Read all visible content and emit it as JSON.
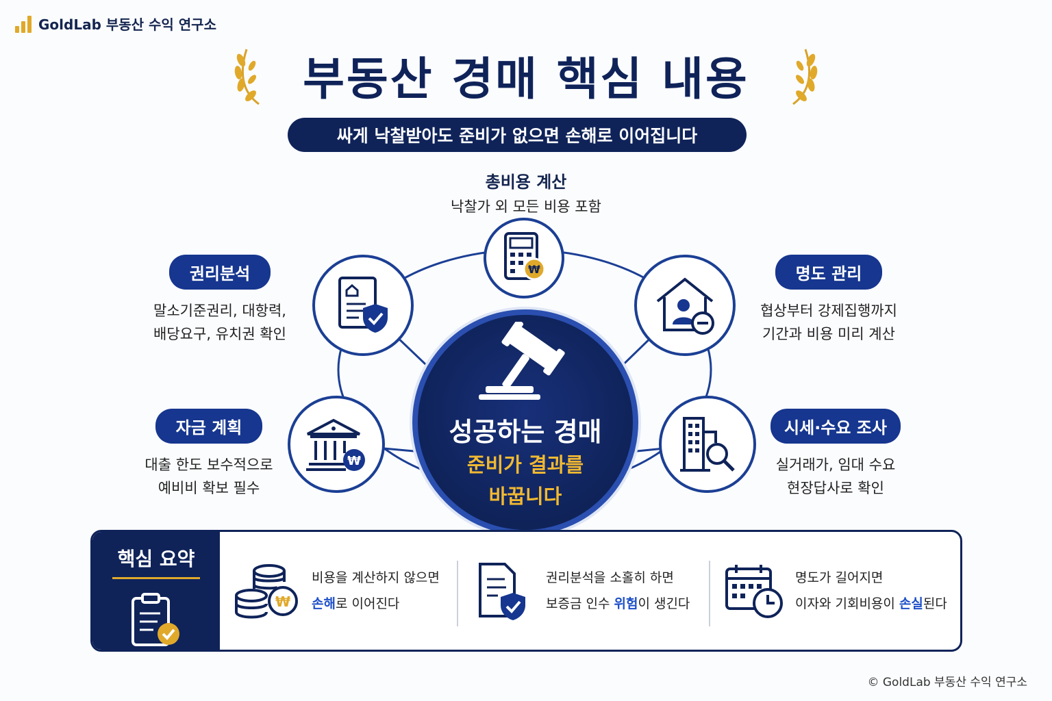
{
  "brand": {
    "name": "GoldLab 부동산 수익 연구소"
  },
  "title": "부동산 경매 핵심 내용",
  "subtitle": "싸게 낙찰받아도 준비가 없으면 손해로 이어집니다",
  "center": {
    "title": "성공하는 경매",
    "subtitle_line1": "준비가 결과를",
    "subtitle_line2": "바꿉니다"
  },
  "nodes": {
    "top": {
      "title": "총비용 계산",
      "desc": "낙찰가 외 모든 비용 포함",
      "icon": "calculator-won-icon"
    },
    "rights": {
      "title": "권리분석",
      "desc1": "말소기준권리, 대항력,",
      "desc2": "배당요구, 유치권 확인",
      "icon": "document-shield-icon"
    },
    "delivery": {
      "title": "명도 관리",
      "desc1": "협상부터 강제집행까지",
      "desc2": "기간과 비용 미리 계산",
      "icon": "house-person-icon"
    },
    "funds": {
      "title": "자금 계획",
      "desc1": "대출 한도 보수적으로",
      "desc2": "예비비 확보 필수",
      "icon": "bank-won-icon"
    },
    "market": {
      "title": "시세·수요 조사",
      "desc1": "실거래가, 임대 수요",
      "desc2": "현장답사로 확인",
      "icon": "building-search-icon"
    }
  },
  "summary": {
    "heading": "핵심 요약",
    "items": [
      {
        "line1": "비용을 계산하지 않으면",
        "hl": "손해",
        "rest": "로 이어진다",
        "icon": "coins-won-icon"
      },
      {
        "line1": "권리분석을 소홀히 하면",
        "pre": "보증금 인수 ",
        "hl": "위험",
        "rest": "이 생긴다",
        "icon": "document-shield-icon"
      },
      {
        "line1": "명도가 길어지면",
        "pre": "이자와 기회비용이 ",
        "hl": "손실",
        "rest": "된다",
        "icon": "calendar-clock-icon"
      }
    ]
  },
  "footer": "© GoldLab 부동산 수익 연구소",
  "colors": {
    "navy": "#0f2359",
    "blue": "#1b3f94",
    "gold": "#e0a92a",
    "highlight": "#1d4fc8"
  }
}
